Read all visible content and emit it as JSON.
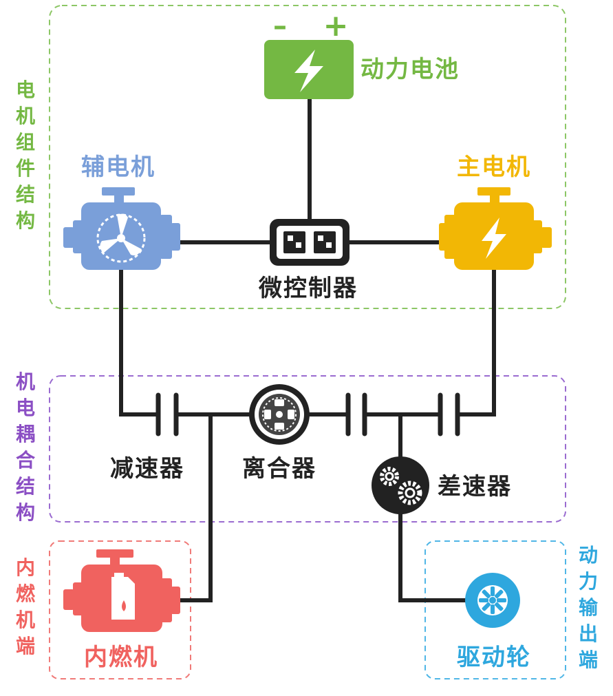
{
  "labels": {
    "battery": "动力电池",
    "aux_motor": "辅电机",
    "main_motor": "主电机",
    "controller": "微控制器",
    "reducer": "减速器",
    "clutch": "离合器",
    "differential": "差速器",
    "engine": "内燃机",
    "drive_wheel": "驱动轮"
  },
  "groups": {
    "motor_assembly": "电机组件结构",
    "coupling": "机电耦合结构",
    "engine_end": "内燃机端",
    "power_output": "动力输出端"
  },
  "battery_terminals": {
    "negative": "–",
    "positive": "+"
  },
  "colors": {
    "green": "#74b843",
    "blue": "#7a9fd9",
    "yellow": "#f2b705",
    "red": "#f0625f",
    "purple": "#8b4fc4",
    "cyan": "#2ea7de",
    "line": "#222222"
  },
  "icons": {
    "battery": "lightning-icon",
    "aux_motor": "fan-icon",
    "main_motor": "lightning-icon",
    "engine": "fuel-can-icon",
    "controller": "chip-icon",
    "clutch": "clutch-plate-icon",
    "differential": "gears-icon",
    "drive_wheel": "wheel-icon"
  }
}
